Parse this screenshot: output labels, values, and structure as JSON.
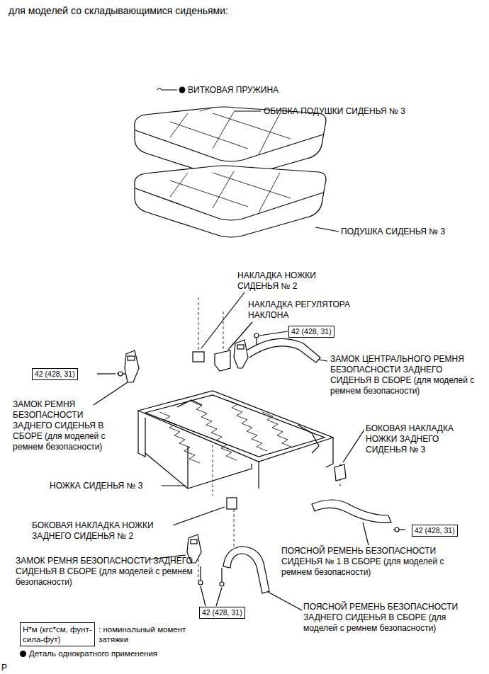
{
  "diagram": {
    "title": "для моделей со складывающимися сиденьями:",
    "nodes": [
      {
        "text": [
          "42 (428, 31)"
        ]
      },
      {
        "text": [
          "42 (428, 31)"
        ]
      },
      {
        "text": [
          "42 (428, 31)"
        ]
      },
      {
        "text": [
          "42 (428, 31)"
        ]
      },
      {
        "text": [
          "Н*м (кгс*см, фунт-сила-фут)",
          ": номинальный момент затяжки"
        ]
      }
    ],
    "labels": [
      "ВИТКОВАЯ ПРУЖИНА",
      "ОБИВКА ПОДУШКИ СИДЕНЬЯ № 3",
      "ПОДУШКА СИДЕНЬЯ № 3",
      "НАКЛАДКА НОЖКИ СИДЕНЬЯ № 2",
      "НАКЛАДКА РЕГУЛЯТОРА НАКЛОНА",
      "ЗАМОК ЦЕНТРАЛЬНОГО РЕМНЯ БЕЗОПАСНОСТИ ЗАДНЕГО СИДЕНЬЯ В СБОРЕ (для моделей с ремнем безопасности)",
      "ЗАМОК РЕМНЯ БЕЗОПАСНОСТИ ЗАДНЕГО СИДЕНЬЯ В СБОРЕ (для моделей с ремнем безопасности)",
      "БОКОВАЯ НАКЛАДКА НОЖКИ ЗАДНЕГО СИДЕНЬЯ № 3",
      "НОЖКА СИДЕНЬЯ № 3",
      "БОКОВАЯ НАКЛАДКА НОЖКИ ЗАДНЕГО СИДЕНЬЯ № 2",
      "ПОЯСНОЙ РЕМЕНЬ БЕЗОПАСНОСТИ СИДЕНЬЯ № 1 В СБОРЕ (для моделей с ремнем безопасности)",
      "ЗАМОК РЕМНЯ БЕЗОПАСНОСТИ ЗАДНЕГО СИДЕНЬЯ В СБОРЕ (для моделей с ремнем безопасности)",
      "ПОЯСНОЙ РЕМЕНЬ БЕЗОПАСНОСТИ ЗАДНЕГО СИДЕНЬЯ В СБОРЕ (для моделей с ремнем безопасности)",
      "P"
    ],
    "legend": [
      {
        "text": "Деталь однократного применения"
      }
    ]
  }
}
